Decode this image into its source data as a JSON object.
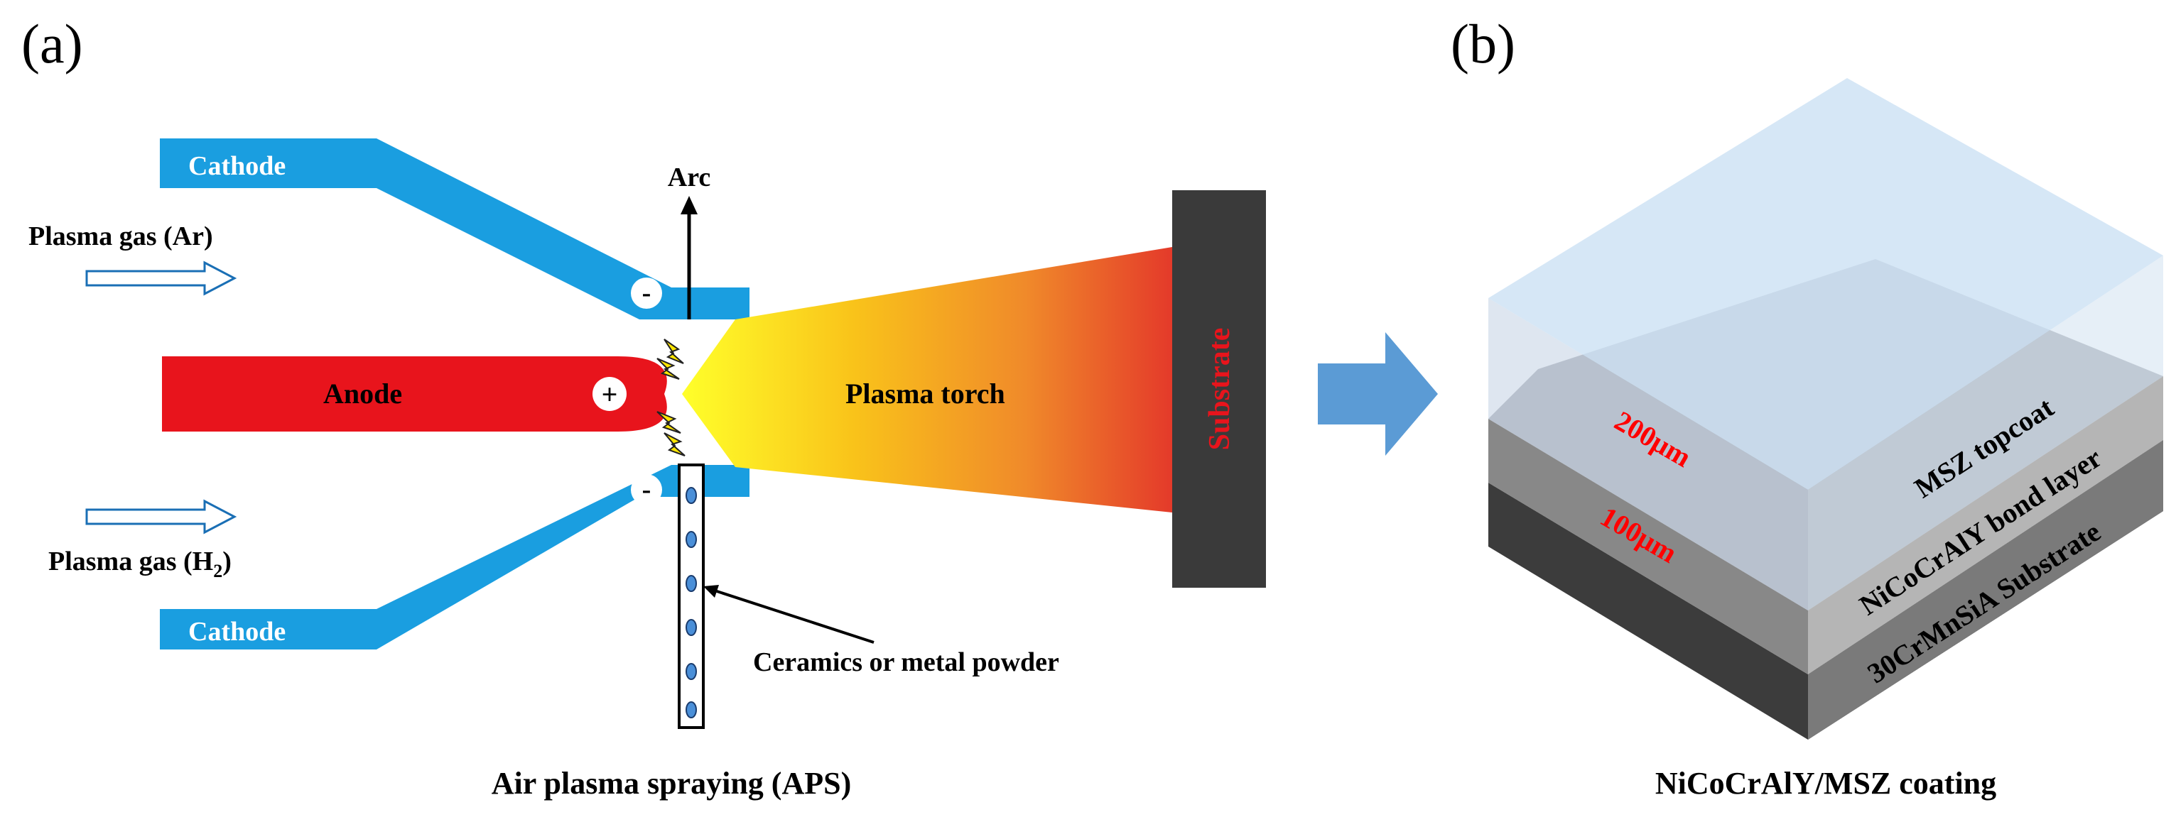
{
  "panel_a": {
    "label": "(a)",
    "cathode_top": "Cathode",
    "cathode_bottom": "Cathode",
    "arc": "Arc",
    "gas_ar": "Plasma gas (Ar)",
    "gas_h2_prefix": "Plasma gas (H",
    "gas_h2_sub": "2",
    "gas_h2_suffix": ")",
    "anode": "Anode",
    "plus": "+",
    "minus": "-",
    "plasma": "Plasma torch",
    "substrate": "Substrate",
    "powder": "Ceramics or metal powder",
    "caption": "Air plasma spraying (APS)"
  },
  "panel_b": {
    "label": "(b)",
    "topcoat": "MSZ topcoat",
    "bond": "NiCoCrAlY bond layer",
    "base": "30CrMnSiA Substrate",
    "thick_top": "200μm",
    "thick_bond": "100μm",
    "caption": "NiCoCrAlY/MSZ coating"
  },
  "colors": {
    "cathode": "#1a9ee0",
    "anode": "#e8141c",
    "substrate": "#3a3a3a",
    "arrow": "#5b9bd5",
    "thickness_label": "#ff0000"
  }
}
